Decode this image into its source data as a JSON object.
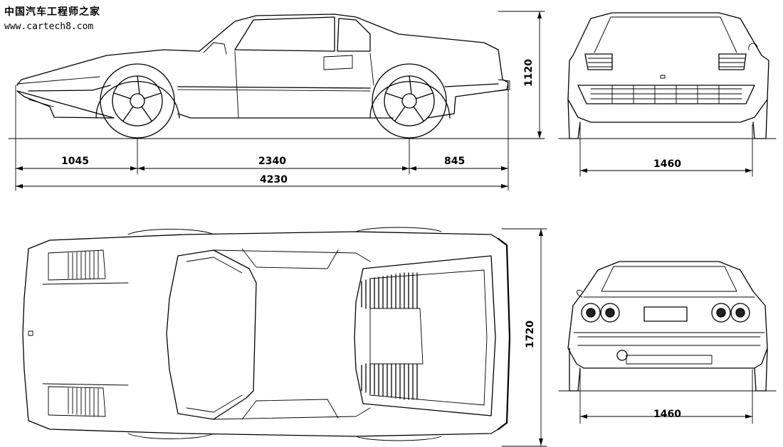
{
  "watermark": {
    "title_cn": "中国汽车工程师之家",
    "url": "www.cartech8.com"
  },
  "dimensions": {
    "front_overhang": "1045",
    "wheelbase": "2340",
    "rear_overhang": "845",
    "overall_length": "4230",
    "height": "1120",
    "front_track": "1460",
    "width": "1720",
    "rear_track": "1460"
  }
}
